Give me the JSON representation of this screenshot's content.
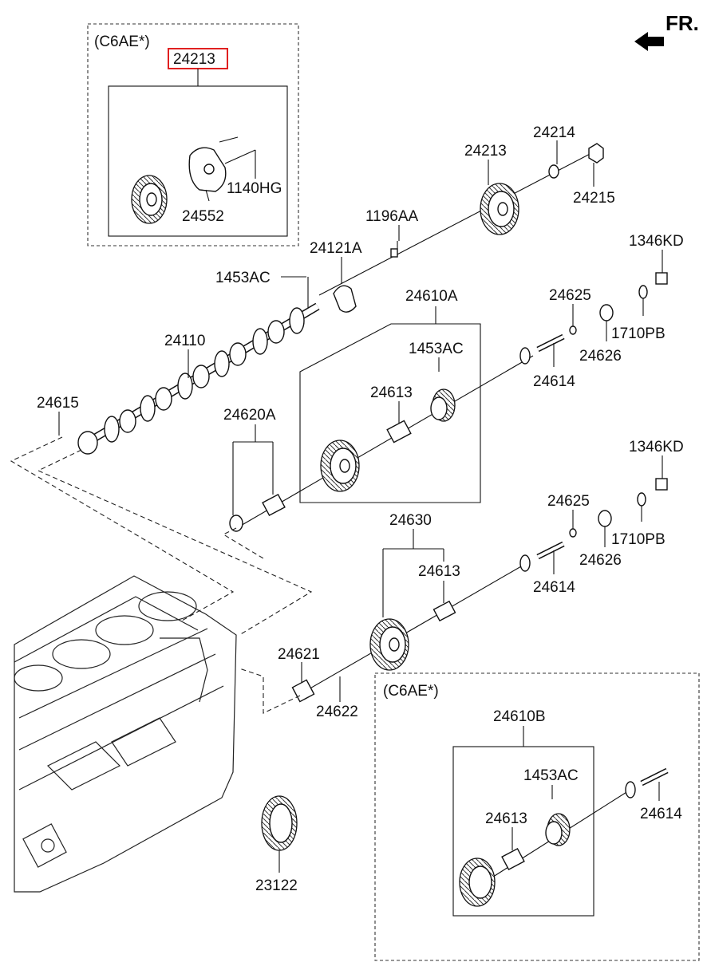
{
  "direction": {
    "label": "FR.",
    "icon": "front-arrow-icon"
  },
  "variant_boxes": [
    {
      "label": "(C6AE*)"
    },
    {
      "label": "(C6AE*)"
    }
  ],
  "highlight": {
    "part": "24213",
    "color": "#e02020"
  },
  "parts": {
    "p24213_box": "24213",
    "p1140HG": "1140HG",
    "p24552": "24552",
    "p24213": "24213",
    "p24214": "24214",
    "p24215": "24215",
    "p1196AA": "1196AA",
    "p24121A": "24121A",
    "p1453AC_a": "1453AC",
    "p24110": "24110",
    "p24615": "24615",
    "p24610A": "24610A",
    "p1453AC_b": "1453AC",
    "p24613_a": "24613",
    "p24620A": "24620A",
    "p24625_a": "24625",
    "p1346KD_a": "1346KD",
    "p24626_a": "24626",
    "p1710PB_a": "1710PB",
    "p24614_a": "24614",
    "p1346KD_b": "1346KD",
    "p24625_b": "24625",
    "p1710PB_b": "1710PB",
    "p24626_b": "24626",
    "p24614_b": "24614",
    "p24630": "24630",
    "p24613_b": "24613",
    "p24621": "24621",
    "p24622": "24622",
    "p23122": "23122",
    "p24610B": "24610B",
    "p1453AC_c": "1453AC",
    "p24613_c": "24613",
    "p24614_c": "24614"
  }
}
